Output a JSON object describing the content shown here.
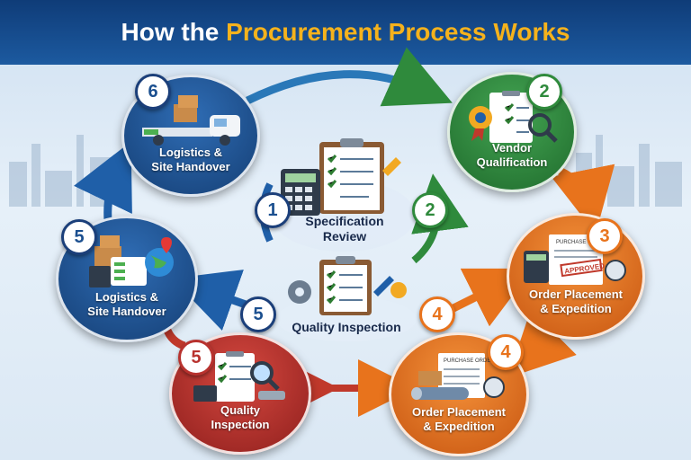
{
  "title": {
    "prefix": "How the",
    "highlight": "Procurement Process Works"
  },
  "nodes": [
    {
      "number": "6",
      "label": "Logistics &\nSite Handover",
      "color": "#1b4f8f",
      "icon": "delivery-truck-icon"
    },
    {
      "number": "2",
      "label": "Vendor\nQualification",
      "color": "#2f8a3c",
      "icon": "award-checklist-icon"
    },
    {
      "number": "3",
      "label": "Order Placement\n& Expedition",
      "color": "#e8731c",
      "icon": "purchase-order-icon",
      "stamp": "APPROVED",
      "doc": "PURCHASE ORDER"
    },
    {
      "number": "5",
      "label": "Logistics &\nSite Handover",
      "color": "#1b4f8f",
      "icon": "boxes-globe-icon"
    },
    {
      "number": "5",
      "label": "Quality\nInspection",
      "color": "#b8322e",
      "icon": "inspection-clipboard-icon"
    },
    {
      "number": "4",
      "label": "Order Placement\n& Expedition",
      "color": "#e8731c",
      "icon": "purchase-order-icon",
      "doc": "PURCHASE ORDER"
    }
  ],
  "center": {
    "top": {
      "left_number": "1",
      "right_number": "2",
      "label": "Specification\nReview"
    },
    "bottom": {
      "left_number": "5",
      "right_number": "4",
      "label": "Quality Inspection"
    }
  },
  "colors": {
    "blue": "#1b4f8f",
    "green": "#2f8a3c",
    "orange": "#e8731c",
    "red": "#b8322e",
    "accent": "#f5b21c"
  }
}
